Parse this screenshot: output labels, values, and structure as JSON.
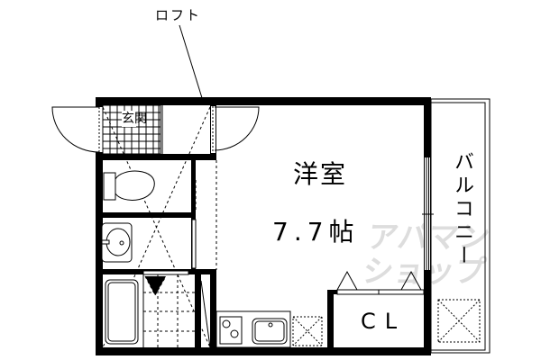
{
  "floorplan": {
    "loft_label": "ロフト",
    "entrance_label": "玄関",
    "room": {
      "name": "洋室",
      "size": "7.7帖"
    },
    "balcony_label": "バルコニー",
    "closet_label": "CL",
    "watermark": "アパマンショップ",
    "colors": {
      "wall": "#000000",
      "background": "#ffffff",
      "watermark": "#d8d8d8"
    }
  }
}
